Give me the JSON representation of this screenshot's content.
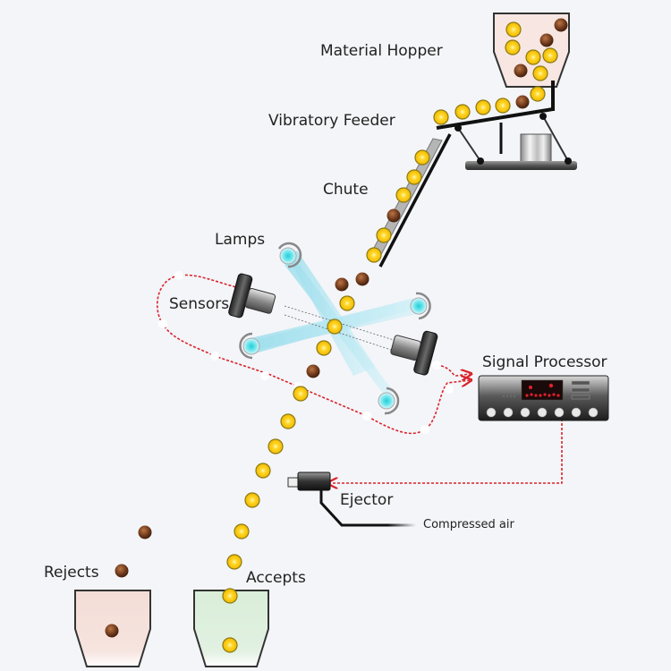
{
  "title": "Optical sorting machine schematic",
  "labels": {
    "hopper": "Material Hopper",
    "feeder": "Vibratory Feeder",
    "chute": "Chute",
    "lamps": "Lamps",
    "sensors": "Sensors",
    "processor": "Signal Processor",
    "ejector": "Ejector",
    "air": "Compressed air",
    "rejects": "Rejects",
    "accepts": "Accepts"
  },
  "colors": {
    "background": "#f4f5f9",
    "good_particle": "#f7c61a",
    "bad_particle": "#7a4120",
    "signal_line": "#d9232a",
    "light_beam": "#7fd6e8",
    "reject_bin": "#f6e4df",
    "accept_bin": "#e2f1e2",
    "hopper_fill": "#f7e6e2",
    "display_led": "#e0202a"
  },
  "components": [
    {
      "id": "hopper",
      "icon": "hopper-icon"
    },
    {
      "id": "feeder",
      "icon": "vibratory-feeder-icon"
    },
    {
      "id": "chute",
      "icon": "chute-icon"
    },
    {
      "id": "lamps",
      "icon": "lamp-icon",
      "count": 4
    },
    {
      "id": "sensors",
      "icon": "camera-sensor-icon",
      "count": 2
    },
    {
      "id": "processor",
      "icon": "signal-processor-icon",
      "knobs": 7
    },
    {
      "id": "ejector",
      "icon": "air-ejector-icon"
    },
    {
      "id": "rejects",
      "icon": "reject-bin-icon"
    },
    {
      "id": "accepts",
      "icon": "accept-bin-icon"
    }
  ],
  "particles": {
    "good": "accepted-particle",
    "bad": "rejected-particle"
  }
}
